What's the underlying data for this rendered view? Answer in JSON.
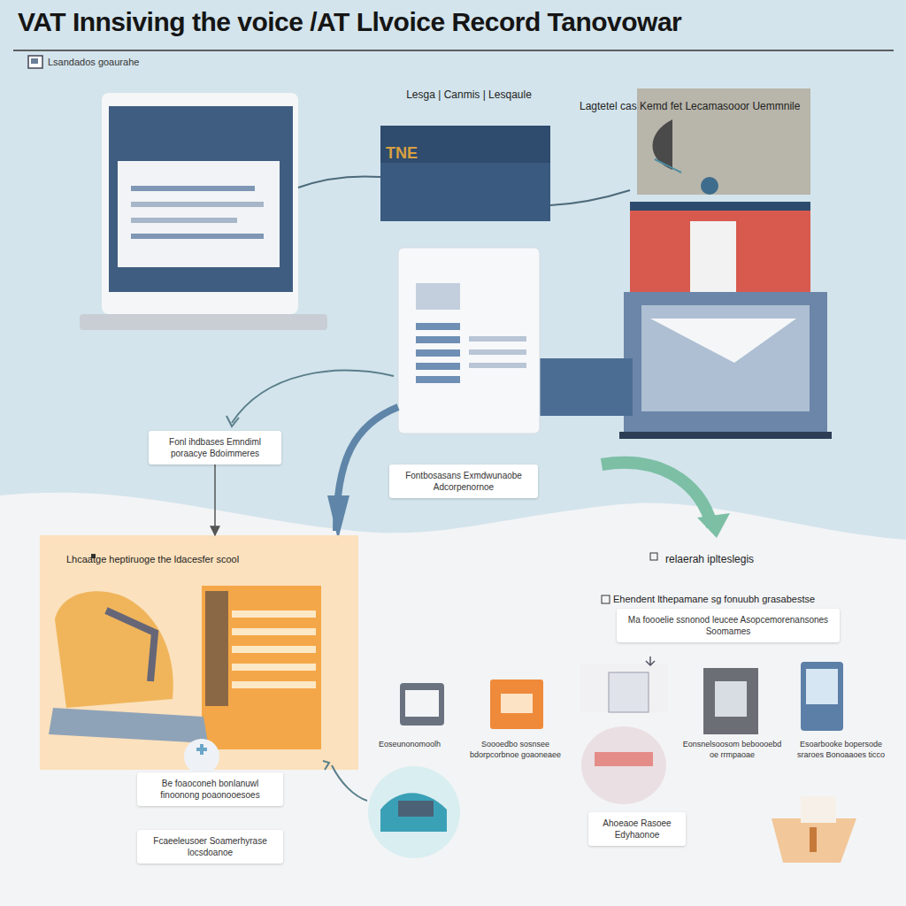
{
  "diagram": {
    "title": "VAT Innsiving the voice /AT Llvoice Record Tanovowar",
    "nodes": [
      {
        "text": [
          "Fonl ihdbases Emndiml poraacye Bdoimmeres"
        ]
      },
      {
        "text": [
          "Fontbosasans Exmdwunaobe Adcorpenornoe"
        ]
      },
      {
        "text": [
          "Lhcaatge heptiruoge the ldacesfer scool"
        ]
      },
      {
        "text": [
          "Ma foooelie ssnonod leucee Asopcemorenansones Soomames"
        ]
      },
      {
        "text": [
          "Be foaoconeh bonlanuwl finoonong poaonooesoes"
        ]
      },
      {
        "text": [
          "Fcaeeleusoer Soamerhyrase locsdoanoe"
        ]
      },
      {
        "text": [
          "Ahoeaoe Rasoee Edyhaonoe"
        ]
      }
    ],
    "edges": [
      {
        "from": 0,
        "to": 2,
        "arrow": "to"
      }
    ],
    "labels": [
      "Lsandados goaurahe",
      "Lesga | Canmis | Lesqaule",
      "Lagtetel cas Kemd fet Lecamasooor Uemmnile",
      "TNE",
      "relaerah iplteslegis",
      "Ehendent lthepamane sg fonuubh grasabestse",
      "Eoseunonomoolh",
      "Soooedbo sosnsee bdorpcorbnoe goaoneaee",
      "Eonsnelsoosom beboooebd oe rrmpaoae",
      "Esoarbooke bopersode sraroes Bonoaaoes ticco"
    ]
  }
}
